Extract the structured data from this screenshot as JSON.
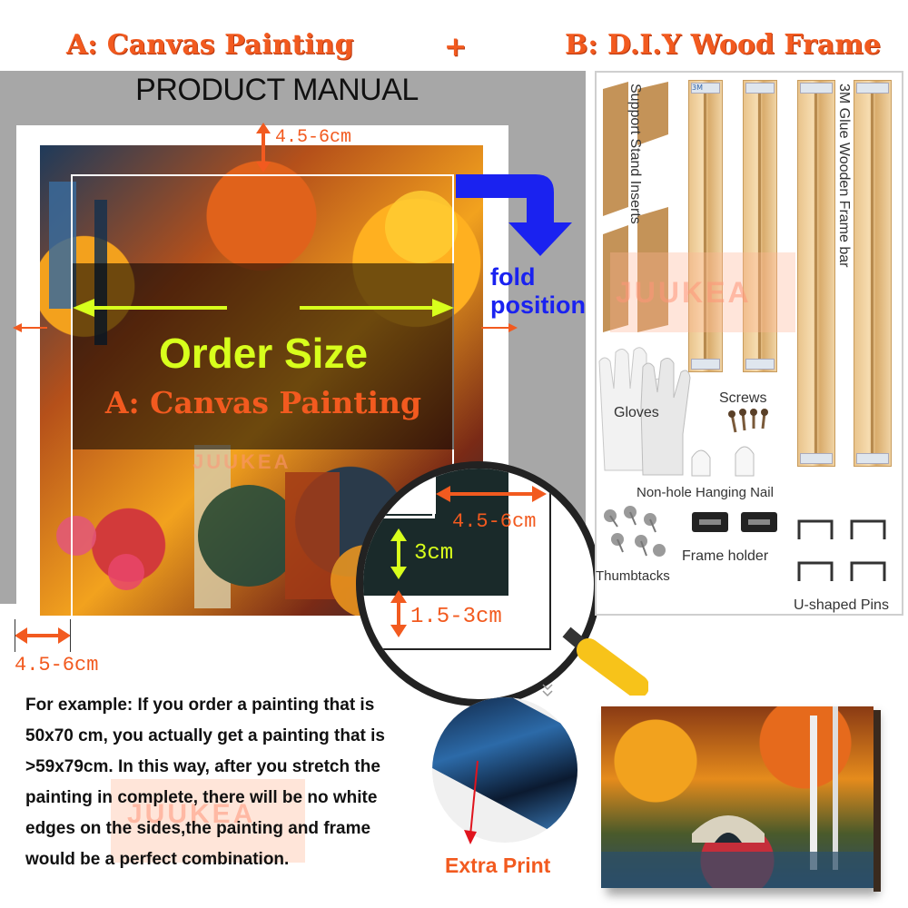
{
  "header": {
    "left": "A: Canvas Painting",
    "plus": "+",
    "right": "B: D.I.Y Wood Frame"
  },
  "manual": {
    "title": "PRODUCT MANUAL",
    "dim_top": "4.5-6cm",
    "dim_bottom": "4.5-6cm",
    "order_size": "Order Size",
    "order_sub": "A:  Canvas Painting",
    "fold_line1": "fold",
    "fold_line2": "position",
    "watermark": "JUUKEA"
  },
  "magnifier": {
    "dim_a": "4.5-6cm",
    "dim_b": "3cm",
    "dim_c": "1.5-3cm"
  },
  "kit": {
    "support": "Support Stand Inserts",
    "frame_bar": "3M Glue Wooden Frame bar",
    "watermark": "JUUKEA",
    "gloves": "Gloves",
    "screws": "Screws",
    "nail": "Non-hole Hanging Nail",
    "thumbtacks": "Thumbtacks",
    "frame_holder": "Frame holder",
    "pins": "U-shaped Pins",
    "sticker": "3M"
  },
  "example": {
    "line1": "For example: If you order a painting that is",
    "line2": "50x70 cm, you actually get a painting that is",
    "line3": ">59x79cm. In this way, after you stretch the",
    "line4": "painting in complete, there will be no white",
    "line5": "edges on the sides,the painting and frame",
    "line6": "would be a perfect combination.",
    "watermark": "JUUKEA"
  },
  "extra_print": "Extra Print",
  "colors": {
    "accent_orange": "#f25a1f",
    "order_green": "#d8ff1c",
    "fold_blue": "#1a22f0"
  }
}
